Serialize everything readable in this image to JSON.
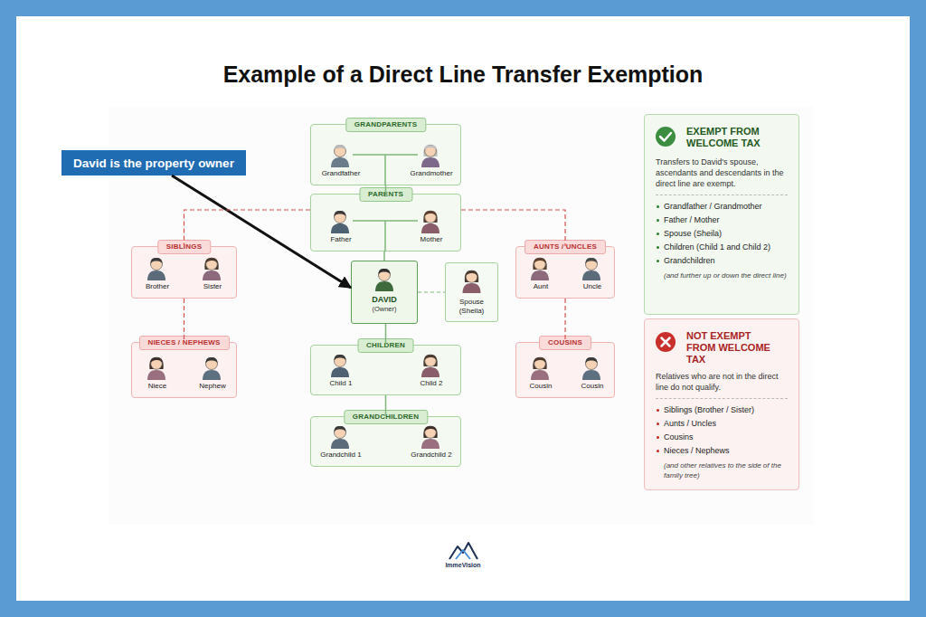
{
  "diagram": {
    "title": "Example of a Direct Line Transfer Exemption",
    "nodes": [
      {
        "text": [
          "David is the property owner"
        ]
      },
      {
        "text": [
          "GRANDPARENTS",
          "Grandfather",
          "Grandmother"
        ]
      },
      {
        "text": [
          "PARENTS",
          "Father",
          "Mother"
        ]
      },
      {
        "text": [
          "SIBLINGS",
          "Brother",
          "Sister"
        ]
      },
      {
        "text": [
          "AUNTS / UNCLES",
          "Aunt",
          "Uncle"
        ]
      },
      {
        "text": [
          "DAVID",
          "(Owner)"
        ]
      },
      {
        "text": [
          "Spouse (Sheila)"
        ]
      },
      {
        "text": [
          "NIECES / NEPHEWS",
          "Niece",
          "Nephew"
        ]
      },
      {
        "text": [
          "COUSINS",
          "Cousin",
          "Cousin"
        ]
      },
      {
        "text": [
          "CHILDREN",
          "Child 1",
          "Child 2"
        ]
      },
      {
        "text": [
          "GRANDCHILDREN",
          "Grandchild 1",
          "Grandchild 2"
        ]
      },
      {
        "text": [
          "EXEMPT FROM WELCOME TAX",
          "Transfers to David's spouse, ascendants and descendants in the direct line are exempt.",
          "Grandfather / Grandmother",
          "Father / Mother",
          "Spouse (Sheila)",
          "Children (Child 1 and Child 2)",
          "Grandchildren",
          "(and further up or down the direct line)"
        ]
      },
      {
        "text": [
          "NOT EXEMPT FROM WELCOME TAX",
          "Relatives who are not in the direct line do not qualify.",
          "Siblings (Brother / Sister)",
          "Aunts / Uncles",
          "Cousins",
          "Nieces / Nephews",
          "(and other relatives to the side of the family tree)"
        ]
      }
    ],
    "edges": [
      {
        "from": 0,
        "to": 5,
        "arrow": "to"
      },
      {
        "from": 1,
        "to": 2,
        "arrow": "none"
      },
      {
        "from": 2,
        "to": 3,
        "arrow": "none"
      },
      {
        "from": 2,
        "to": 4,
        "arrow": "none"
      },
      {
        "from": 2,
        "to": 5,
        "arrow": "none"
      },
      {
        "from": 5,
        "to": 6,
        "arrow": "none"
      },
      {
        "from": 3,
        "to": 7,
        "arrow": "none"
      },
      {
        "from": 4,
        "to": 8,
        "arrow": "none"
      },
      {
        "from": 5,
        "to": 9,
        "arrow": "none"
      },
      {
        "from": 9,
        "to": 10,
        "arrow": "none"
      }
    ],
    "labels": [
      "ImmeVision"
    ]
  }
}
